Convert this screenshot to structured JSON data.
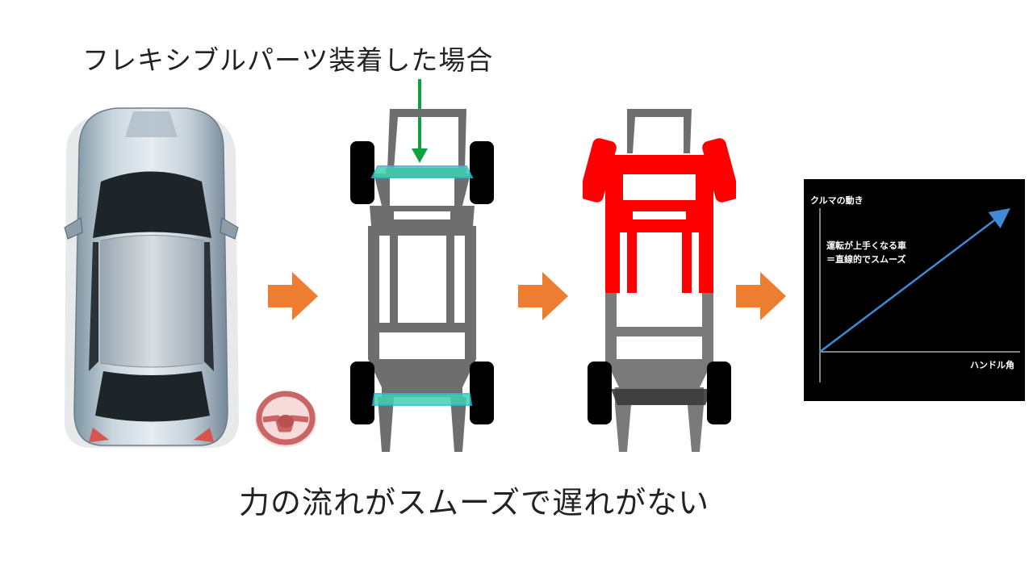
{
  "slide": {
    "top_caption": "フレキシブルパーツ装着した場合",
    "bottom_caption": "力の流れがスムーズで遅れがない"
  },
  "graph": {
    "y_axis_label": "クルマの動き",
    "x_axis_label": "ハンドル角",
    "annotation_line1": "運転が上手くなる車",
    "annotation_line2": "＝直線的でスムーズ"
  },
  "colors": {
    "flow_arrow": "#ED7D31",
    "force_highlight": "#FF0000",
    "flexible_part": "#3ED3B4",
    "indicator_arrow": "#0FA040",
    "graph_line": "#3F89D6",
    "frame_gray": "#6E6E6E"
  },
  "chart_data": {
    "type": "line",
    "x": [
      0,
      1
    ],
    "y": [
      0,
      1
    ],
    "xlabel": "ハンドル角",
    "ylabel": "クルマの動き",
    "grid": false
  }
}
